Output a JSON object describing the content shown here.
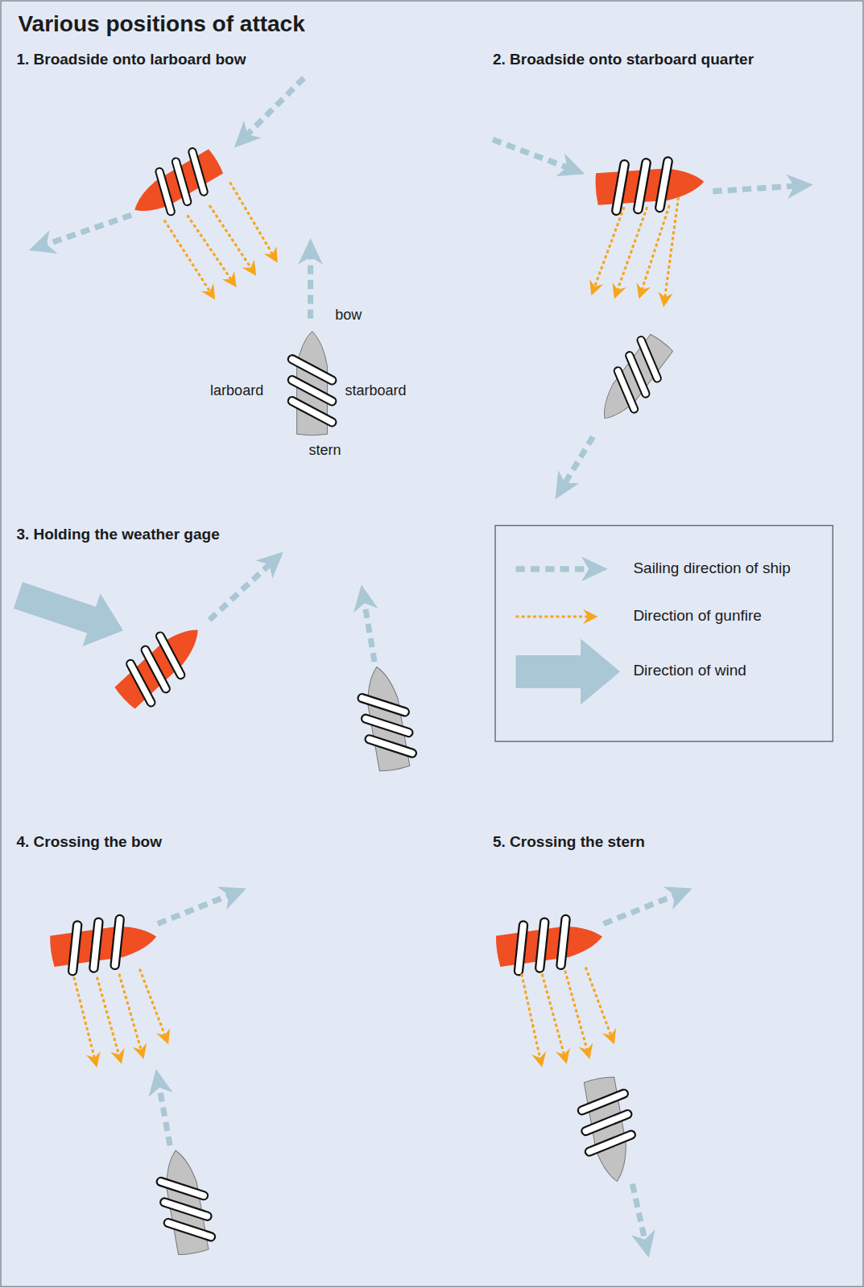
{
  "diagram": {
    "title": "Various positions of attack",
    "labels": [
      "1. Broadside onto larboard bow",
      "2. Broadside onto starboard quarter",
      "3. Holding the weather gage",
      "4. Crossing the bow",
      "5. Crossing the stern",
      "bow",
      "larboard",
      "starboard",
      "stern"
    ],
    "legend": [
      {
        "text": "Sailing direction of ship"
      },
      {
        "text": "Direction of gunfire"
      },
      {
        "text": "Direction of wind"
      }
    ]
  }
}
